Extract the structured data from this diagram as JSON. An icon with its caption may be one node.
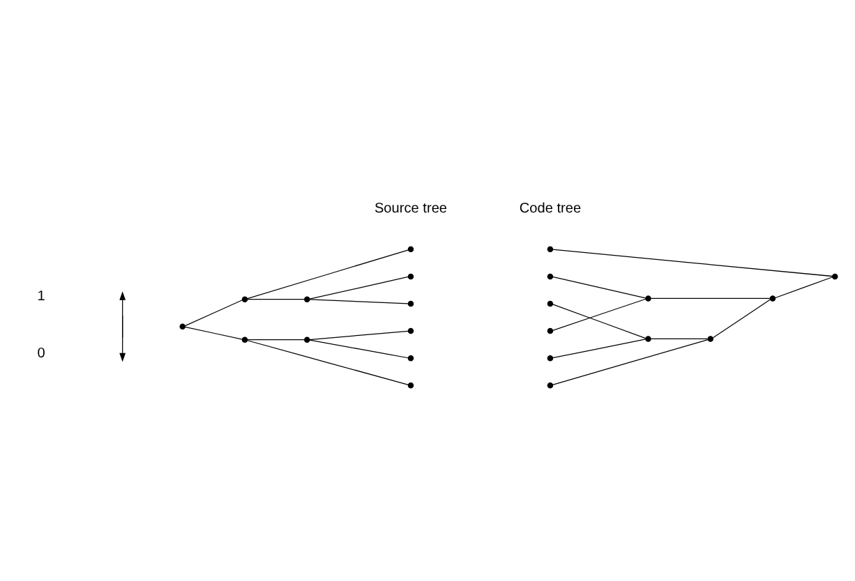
{
  "diagram": {
    "nodes": [
      {
        "text": [],
        "shape": "circle"
      },
      {
        "text": [],
        "shape": "circle"
      },
      {
        "text": [],
        "shape": "circle"
      },
      {
        "text": [],
        "shape": "circle"
      },
      {
        "text": [],
        "shape": "circle"
      },
      {
        "text": [],
        "shape": "circle"
      },
      {
        "text": [],
        "shape": "circle"
      },
      {
        "text": [],
        "shape": "circle"
      },
      {
        "text": [],
        "shape": "circle"
      },
      {
        "text": [],
        "shape": "circle"
      },
      {
        "text": [],
        "shape": "circle"
      },
      {
        "text": [],
        "shape": "circle"
      },
      {
        "text": [],
        "shape": "circle"
      },
      {
        "text": [],
        "shape": "circle"
      },
      {
        "text": [],
        "shape": "circle"
      },
      {
        "text": [],
        "shape": "circle"
      },
      {
        "text": [],
        "shape": "circle"
      },
      {
        "text": [],
        "shape": "circle"
      },
      {
        "text": [],
        "shape": "circle"
      },
      {
        "text": [],
        "shape": "circle"
      },
      {
        "text": [],
        "shape": "circle"
      },
      {
        "text": [],
        "shape": "circle"
      }
    ],
    "edges": [
      {
        "from": 0,
        "to": 1,
        "arrow": "none"
      },
      {
        "from": 0,
        "to": 6,
        "arrow": "none"
      },
      {
        "from": 1,
        "to": 2,
        "arrow": "none"
      },
      {
        "from": 1,
        "to": 3,
        "arrow": "none"
      },
      {
        "from": 3,
        "to": 4,
        "arrow": "none"
      },
      {
        "from": 3,
        "to": 5,
        "arrow": "none"
      },
      {
        "from": 6,
        "to": 7,
        "arrow": "none"
      },
      {
        "from": 6,
        "to": 10,
        "arrow": "none"
      },
      {
        "from": 7,
        "to": 8,
        "arrow": "none"
      },
      {
        "from": 7,
        "to": 9,
        "arrow": "none"
      },
      {
        "from": 11,
        "to": 21,
        "arrow": "none"
      },
      {
        "from": 12,
        "to": 17,
        "arrow": "none"
      },
      {
        "from": 13,
        "to": 18,
        "arrow": "none"
      },
      {
        "from": 14,
        "to": 17,
        "arrow": "none"
      },
      {
        "from": 15,
        "to": 18,
        "arrow": "none"
      },
      {
        "from": 16,
        "to": 19,
        "arrow": "none"
      },
      {
        "from": 17,
        "to": 20,
        "arrow": "none"
      },
      {
        "from": 18,
        "to": 19,
        "arrow": "none"
      },
      {
        "from": 19,
        "to": 20,
        "arrow": "none"
      },
      {
        "from": 20,
        "to": 21,
        "arrow": "none"
      }
    ],
    "labels": [
      "Source tree",
      "Code tree",
      "1",
      "0"
    ]
  }
}
